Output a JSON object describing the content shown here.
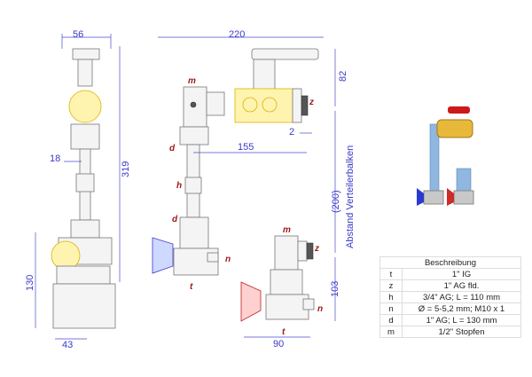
{
  "dimensions": {
    "left_width": "56",
    "left_height": "319",
    "left_offset": "18",
    "left_lower": "130",
    "left_bottom": "43",
    "top_width": "220",
    "handle_height": "82",
    "gap": "2",
    "center_distance": "155",
    "beam_distance": "(200)",
    "beam_label": "Abstand Verteilerbalken",
    "lower_height": "103",
    "lower_width": "90"
  },
  "labels": {
    "m": "m",
    "z": "z",
    "d": "d",
    "h": "h",
    "n": "n",
    "t": "t"
  },
  "table": {
    "header": "Beschreibung",
    "rows": [
      {
        "key": "t",
        "value": "1\" IG"
      },
      {
        "key": "z",
        "value": "1\" AG fld."
      },
      {
        "key": "h",
        "value": "3/4\" AG; L = 110 mm"
      },
      {
        "key": "n",
        "value": "Ø = 5-5,2 mm; M10 x 1"
      },
      {
        "key": "d",
        "value": "1\" AG; L = 130 mm"
      },
      {
        "key": "m",
        "value": "1/2\" Stopfen"
      }
    ]
  },
  "colors": {
    "dimension": "#3a3ac8",
    "label": "#a01818",
    "brass": "#d9b400"
  }
}
